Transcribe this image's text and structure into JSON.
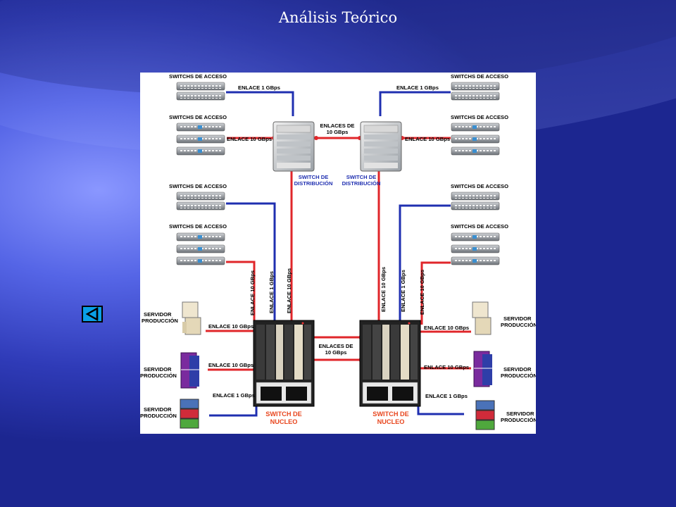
{
  "slide": {
    "title": "Análisis Teórico"
  },
  "navigation": {
    "back_icon": "back-triangle-icon"
  },
  "diagram": {
    "access_switches_label": "SWITCHS DE ACCESO",
    "link_1g": "ENLACE 1 GBps",
    "link_10g": "ENLACE 10 GBps",
    "links_10g_line1": "ENLACES DE",
    "links_10g_line2": "10 GBps",
    "dist_line1": "SWITCH DE",
    "dist_line2": "DISTRIBUCIÓN",
    "core_line1": "SWITCH DE",
    "core_line2": "NUCLEO",
    "server_line1": "SERVIDOR",
    "server_line2": "PRODUCCIÓN",
    "colors": {
      "red_link": "#e0262a",
      "blue_link": "#1f2fb0",
      "core_label": "#e8461e",
      "dist_label": "#1f2fb0"
    }
  }
}
